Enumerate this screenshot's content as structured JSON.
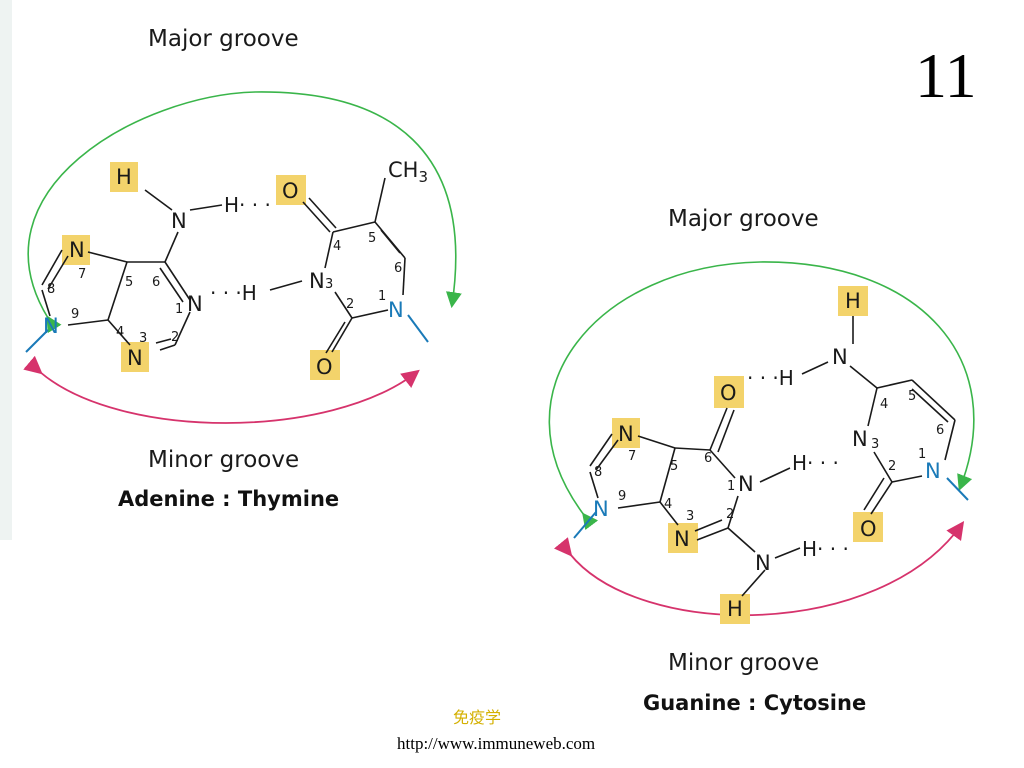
{
  "slide_number": "11",
  "pair_at": {
    "major_groove_label": "Major groove",
    "minor_groove_label": "Minor groove",
    "caption_left": "Adenine",
    "caption_sep": " : ",
    "caption_right": "Thymine"
  },
  "pair_gc": {
    "major_groove_label": "Major groove",
    "minor_groove_label": "Minor groove",
    "caption_left": "Guanine",
    "caption_sep": " : ",
    "caption_right": "Cytosine"
  },
  "footer": {
    "chinese": "免疫学",
    "url": "http://www.immuneweb.com"
  },
  "colors": {
    "major_arrow": "#3ab54a",
    "minor_arrow": "#d6336c",
    "highlight": "#f3d36b",
    "backbone_n": "#1a7ab8"
  }
}
